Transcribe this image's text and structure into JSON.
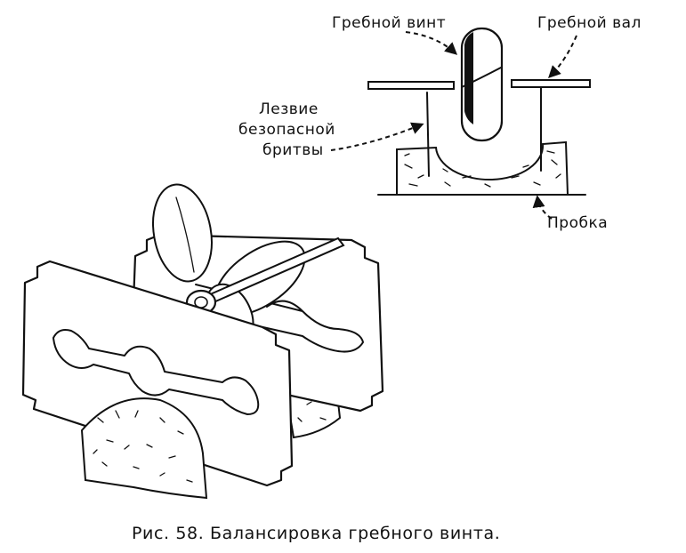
{
  "labels": {
    "propeller": "Гребной винт",
    "shaft": "Гребной вал",
    "blade_line1": "Лезвие",
    "blade_line2": "безопасной",
    "blade_line3": "бритвы",
    "cork": "Пробка"
  },
  "caption": "Рис. 58. Балансировка гребного винта."
}
